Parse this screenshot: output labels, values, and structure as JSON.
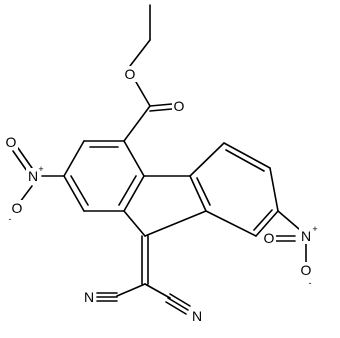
{
  "molecule": {
    "atoms": {
      "ester_carbonyl_oxygen": "O",
      "ester_ether_oxygen": "O",
      "left_nitro_nitrogen": "N",
      "left_nitro_oxygen_top": "O",
      "left_nitro_oxygen_bottom": "O",
      "right_nitro_nitrogen": "N",
      "right_nitro_oxygen_left": "O",
      "right_nitro_oxygen_bottom": "O",
      "nitrile_left_nitrogen": "N",
      "nitrile_right_nitrogen": "N"
    },
    "charges": {
      "left_nitro_nitrogen": "+",
      "left_nitro_oxygen_bottom": "-",
      "right_nitro_nitrogen": "+",
      "right_nitro_oxygen_bottom": "-"
    }
  }
}
